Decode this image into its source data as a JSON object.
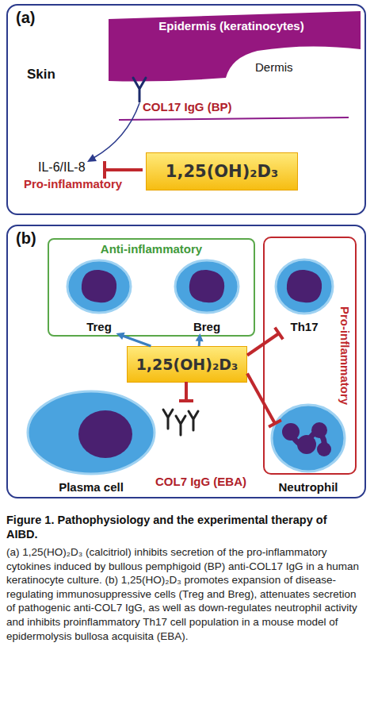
{
  "diagram": {
    "caption": "Figure 1. Pathophysiology and the experimental therapy of AIBD.",
    "nodes": [
      {
        "text": [
          "(a)"
        ]
      },
      {
        "text": [
          "Epidermis (keratinocytes)"
        ],
        "in": 0
      },
      {
        "text": [
          "1,25(OH)₂D₃"
        ],
        "in": 0
      },
      {
        "text": [
          "(b)"
        ]
      },
      {
        "text": [
          "Anti-inflammatory"
        ],
        "in": 3
      },
      {
        "text": [
          "Treg"
        ],
        "in": 4
      },
      {
        "text": [
          "Breg"
        ],
        "in": 4
      },
      {
        "text": [
          "Pro-inflammatory"
        ],
        "in": 3
      },
      {
        "text": [
          "Th17"
        ],
        "in": 7
      },
      {
        "text": [
          "Neutrophil"
        ],
        "in": 7
      },
      {
        "text": [
          "1,25(OH)₂D₃"
        ],
        "in": 3
      },
      {
        "text": [
          "Plasma cell"
        ],
        "in": 3
      }
    ],
    "edges": [
      {
        "from": 10,
        "to": 5,
        "arrow": "to"
      },
      {
        "from": 10,
        "to": 6,
        "arrow": "to"
      },
      {
        "from": 10,
        "to": 8,
        "arrow": "to"
      },
      {
        "from": 10,
        "to": 9,
        "arrow": "to"
      }
    ],
    "labels": [
      "Skin",
      "Dermis",
      "COL17 IgG (BP)",
      "IL-6/IL-8",
      "Pro-inflammatory",
      "COL7 IgG (EBA)",
      "(a) 1,25(HO)₂D₃ (calcitriol) inhibits secretion of the pro-inflammatory cytokines induced by bullous pemphigoid (BP) anti-COL17 IgG in a human keratinocyte culture. (b) 1,25(HO)₂D₃ promotes expansion of disease-regulating immunosuppressive cells (Treg and Breg), attenuates secretion of pathogenic anti-COL7 IgG, as well as down-regulates neutrophil activity and inhibits proinflammatory Th17 cell population in a mouse model of epidermolysis bullosa acquisita (EBA)."
    ]
  }
}
